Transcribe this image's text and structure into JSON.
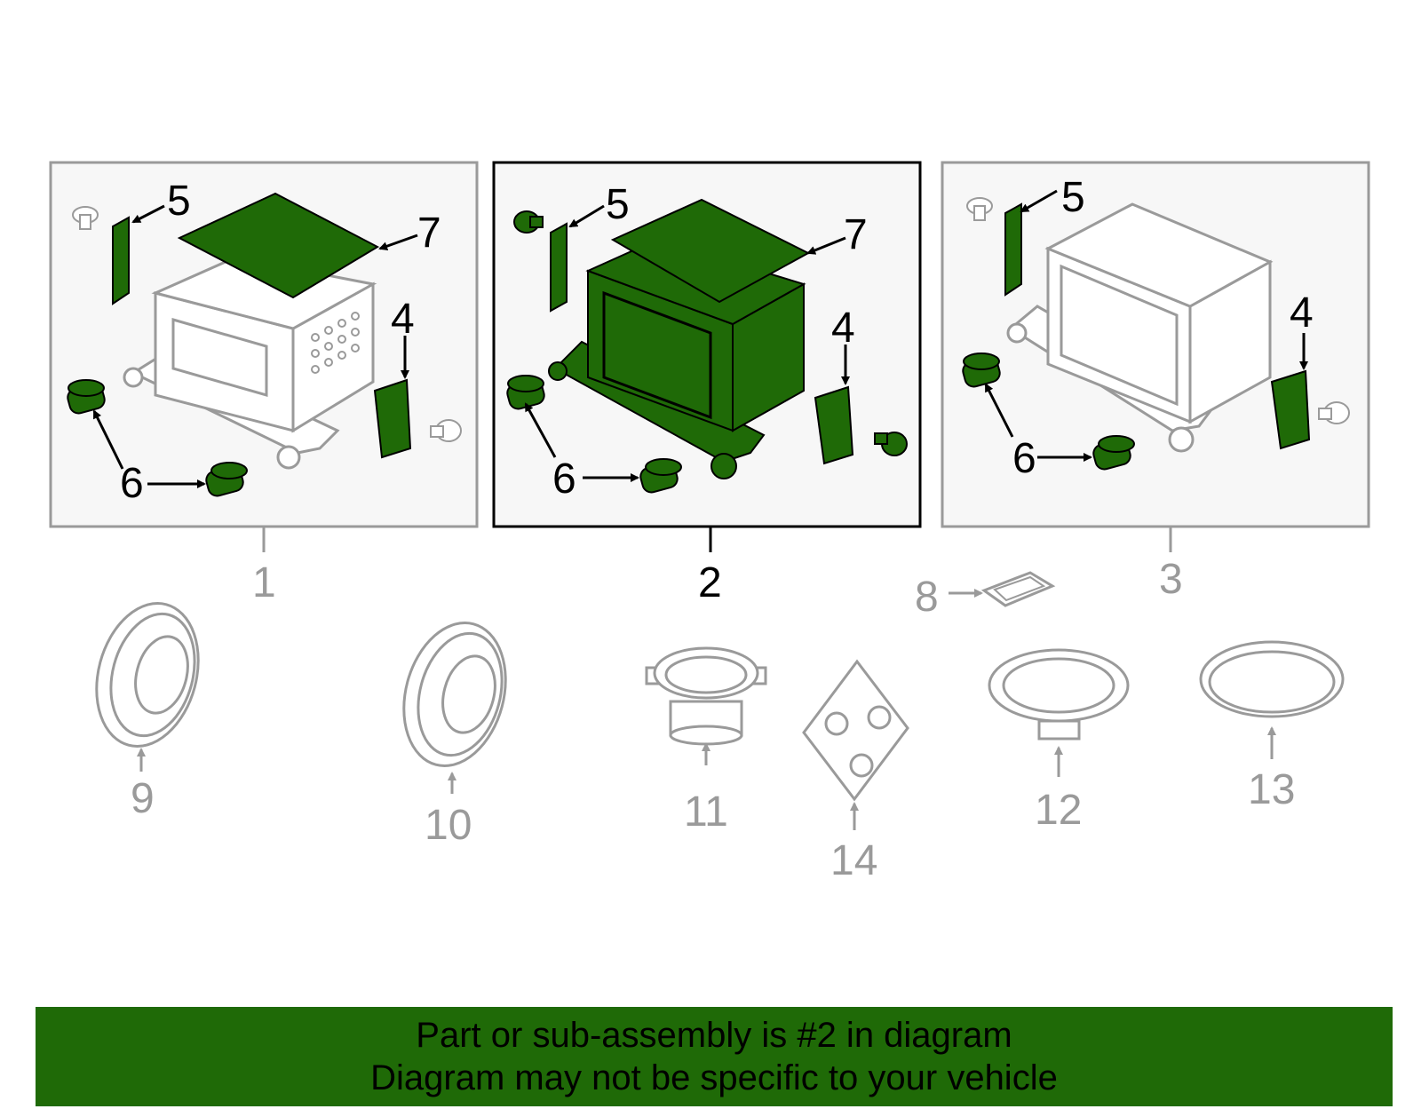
{
  "colors": {
    "highlight": "#1f6a07",
    "outline_grey": "#9a9a9a",
    "outline_dark": "#000000",
    "panel_fill": "#f7f7f7",
    "banner_bg": "#1f6a07"
  },
  "panels": [
    {
      "id": "panel-1",
      "label": "1",
      "highlighted": false
    },
    {
      "id": "panel-2",
      "label": "2",
      "highlighted": true
    },
    {
      "id": "panel-3",
      "label": "3",
      "highlighted": false
    }
  ],
  "callouts": {
    "c1_4": "4",
    "c1_5": "5",
    "c1_6": "6",
    "c1_7": "7",
    "c2_4": "4",
    "c2_5": "5",
    "c2_6": "6",
    "c2_7": "7",
    "c3_4": "4",
    "c3_5": "5",
    "c3_6": "6"
  },
  "loose_parts": [
    {
      "label": "8",
      "part": "gasket"
    },
    {
      "label": "9",
      "part": "speaker"
    },
    {
      "label": "10",
      "part": "speaker"
    },
    {
      "label": "11",
      "part": "speaker"
    },
    {
      "label": "12",
      "part": "speaker"
    },
    {
      "label": "13",
      "part": "speaker-cover"
    },
    {
      "label": "14",
      "part": "module"
    }
  ],
  "banner": {
    "line1": "Part or sub-assembly is #2 in diagram",
    "line2": "Diagram may not be specific to your vehicle"
  }
}
